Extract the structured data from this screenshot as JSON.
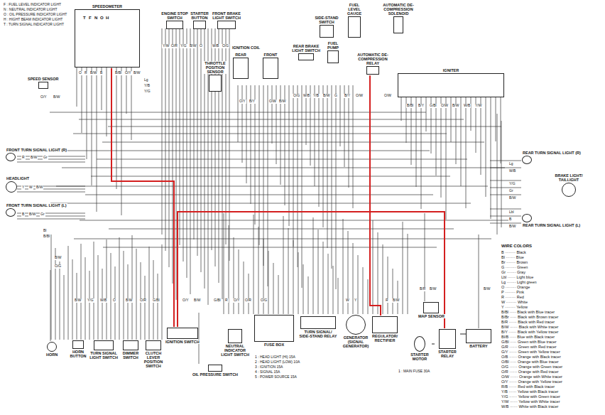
{
  "diagram": {
    "nodes": [
      {
        "text": [
          "SPEEDOMETER"
        ]
      },
      {
        "text": [
          "SPEED SENSOR"
        ]
      },
      {
        "text": [
          "ENGINE STOP SWITCH"
        ]
      },
      {
        "text": [
          "STARTER BUTTON"
        ]
      },
      {
        "text": [
          "FRONT BRAKE LIGHT SWITCH"
        ]
      },
      {
        "text": [
          "THROTTLE POSITION SENSOR"
        ]
      },
      {
        "text": [
          "IGNITION COIL"
        ]
      },
      {
        "text": [
          "REAR"
        ],
        "in": 6
      },
      {
        "text": [
          "FRONT"
        ],
        "in": 6
      },
      {
        "text": [
          "REAR BRAKE LIGHT SWITCH"
        ]
      },
      {
        "text": [
          "FUEL PUMP"
        ]
      },
      {
        "text": [
          "SIDE-STAND SWITCH"
        ]
      },
      {
        "text": [
          "FUEL LEVEL GAUGE"
        ]
      },
      {
        "text": [
          "AUTOMATIC DE-COMPRESSION SOLENOID"
        ]
      },
      {
        "text": [
          "AUTOMATIC DE-COMPRESSION RELAY"
        ]
      },
      {
        "text": [
          "IGNITER"
        ]
      },
      {
        "text": [
          "FRONT TURN SIGNAL LIGHT (R)"
        ]
      },
      {
        "text": [
          "HEADLIGHT"
        ]
      },
      {
        "text": [
          "FRONT TURN SIGNAL LIGHT (L)"
        ]
      },
      {
        "text": [
          "REAR TURN SIGNAL LIGHT (R)"
        ]
      },
      {
        "text": [
          "BRAKE LIGHT/ TAILLIGHT"
        ]
      },
      {
        "text": [
          "REAR TURN SIGNAL LIGHT (L)"
        ]
      },
      {
        "text": [
          "HORN"
        ]
      },
      {
        "text": [
          "HORN BUTTON"
        ]
      },
      {
        "text": [
          "TURN SIGNAL LIGHT SWITCH"
        ]
      },
      {
        "text": [
          "DIMMER SWITCH"
        ]
      },
      {
        "text": [
          "CLUTCH LEVER POSITION SWITCH"
        ]
      },
      {
        "text": [
          "IGNITION SWITCH"
        ]
      },
      {
        "text": [
          "NEUTRAL INDICATOR LIGHT SWITCH"
        ]
      },
      {
        "text": [
          "OIL PRESSURE SWITCH"
        ]
      },
      {
        "text": [
          "FUSE BOX"
        ]
      },
      {
        "text": [
          "TURN SIGNAL/ SIDE-STAND RELAY"
        ]
      },
      {
        "text": [
          "GENERATOR (SIGNAL GENERATOR)"
        ]
      },
      {
        "text": [
          "REGULATOR/ RECTIFIER"
        ]
      },
      {
        "text": [
          "MAP SENSOR"
        ]
      },
      {
        "text": [
          "STARTER MOTOR"
        ]
      },
      {
        "text": [
          "STARTER RELAY"
        ]
      },
      {
        "text": [
          "BATTERY"
        ]
      }
    ],
    "edges": [
      {
        "from": 0,
        "to": 27,
        "arrow": "none"
      },
      {
        "from": 27,
        "to": 36,
        "arrow": "none"
      },
      {
        "from": 14,
        "to": 33,
        "arrow": "none"
      },
      {
        "from": 37,
        "to": 36,
        "arrow": "none"
      },
      {
        "from": 35,
        "to": 36,
        "arrow": "none"
      }
    ],
    "labels": [
      "F : FUEL LEVEL INDICATOR LIGHT",
      "N : NEUTRAL INDICATOR LIGHT",
      "O : OIL PRESSURE INDICATOR LIGHT",
      "H : HIGHT BEAM INDICATOR LIGHT",
      "T : TURN SIGNAL INDICATOR LIGHT",
      "T",
      "F",
      "N",
      "O",
      "H",
      "WIRE COLORS",
      "B ········ Black",
      "Bl ······· Blue",
      "Br ······· Brown",
      "G ········ Green",
      "Gr ······· Gray",
      "Lbl ······ Light blue",
      "Lg ······· Light green",
      "O ········ Orange",
      "P ········ Pink",
      "R ········ Red",
      "W ········ White",
      "Y ········ Yellow",
      "B/Bl ····· Black with Blue tracer",
      "B/Br ····· Black with Brown tracer",
      "B/R ······ Black with Red tracer",
      "B/W ······ Black with White tracer",
      "B/Y ······ Black with Yellow tracer",
      "Bl/B ····· Blue with Black tracer",
      "G/Bl ····· Green with Blue tracer",
      "G/R ······ Green with Red tracer",
      "G/Y ······ Green with Yellow tracer",
      "O/B ······ Orange with Black tracer",
      "O/Bl ····· Orange with Blue tracer",
      "O/G ······ Orange with Green tracer",
      "O/R ······ Orange with Red tracer",
      "O/W ······ Orange with White tracer",
      "O/Y ······ Orange with Yellow tracer",
      "R/B ······ Red with Black tracer",
      "Y/B ······ Yellow with Black tracer",
      "Y/G ······ Yellow with Green tracer",
      "Y/W ······ Yellow with White tracer",
      "W/B ······ White with Black tracer",
      "1 : HEAD LIGHT (HI) 15A",
      "2 : HEAD LIGHT (LOW) 10A",
      "3 : IGNITION 15A",
      "4 : SIGNAL 15A",
      "5 : POWER SOURCE 15A",
      "1 : MAIN FUSE 30A",
      "O/Y",
      "B/W",
      "O",
      "R",
      "B/W",
      "B",
      "B/Bl",
      "O/Y",
      "B/W",
      "Lg",
      "Y/B",
      "Y/G",
      "Y/W",
      "O/R",
      "Y/G",
      "B/W",
      "O",
      "W/B",
      "O/G",
      "O/Y",
      "B/Y",
      "O/W",
      "B/W",
      "O/G",
      "W/B",
      "Y/B",
      "B/W",
      "G",
      "B/Y",
      "O/W",
      "O/W",
      "B/Bl",
      "B/Y",
      "G/Bl",
      "O/W",
      "B/W",
      "W/B",
      "Y/W",
      "R",
      "B/W",
      "Gr",
      "Y",
      "W",
      "B/W",
      "B",
      "B/W",
      "Gr",
      "Bl",
      "B/Bl",
      "Lg",
      "W/B",
      "Y/G",
      "Gr",
      "B/W",
      "Lbl",
      "B",
      "B/W",
      "B/W",
      "O/G",
      "B/W",
      "Y/G",
      "W/B",
      "O",
      "B/W",
      "O/R",
      "G/Bl",
      "O/Y",
      "B/W",
      "G/Bl",
      "R",
      "O/Y",
      "O/R",
      "O/G",
      "W",
      "Y",
      "R",
      "B/W",
      "B/R",
      "B/W",
      "B/W"
    ]
  }
}
